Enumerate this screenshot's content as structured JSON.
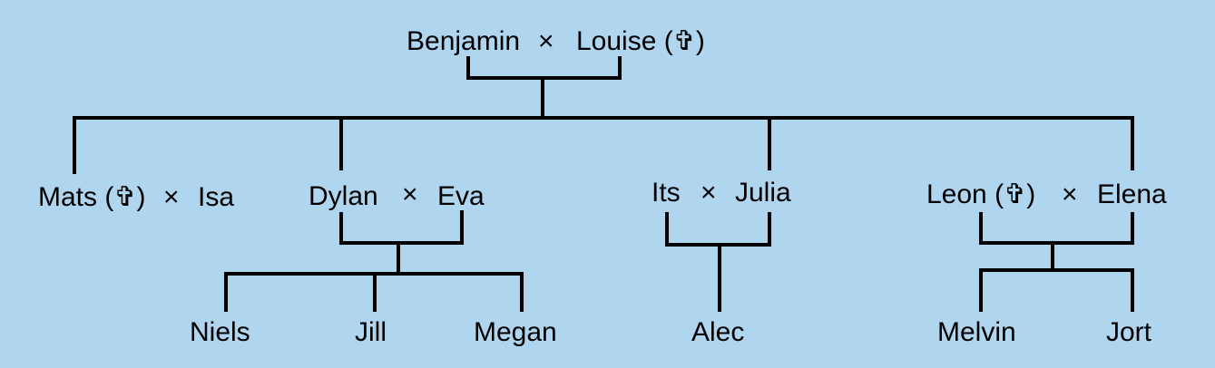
{
  "background": "#b0d5ee",
  "people": {
    "benjamin": "Benjamin",
    "louise": "Louise (✞)",
    "mats": "Mats (✞)",
    "isa": "Isa",
    "dylan": "Dylan",
    "eva": "Eva",
    "its": "Its",
    "julia": "Julia",
    "leon": "Leon (✞)",
    "elena": "Elena",
    "niels": "Niels",
    "jill": "Jill",
    "megan": "Megan",
    "alec": "Alec",
    "melvin": "Melvin",
    "jort": "Jort"
  },
  "marriage_symbol": "×",
  "relations": {
    "couples": [
      [
        "benjamin",
        "louise"
      ],
      [
        "mats",
        "isa"
      ],
      [
        "dylan",
        "eva"
      ],
      [
        "its",
        "julia"
      ],
      [
        "leon",
        "elena"
      ]
    ],
    "children": [
      {
        "parents": [
          "benjamin",
          "louise"
        ],
        "children": [
          "mats",
          "dylan",
          "julia",
          "elena"
        ]
      },
      {
        "parents": [
          "dylan",
          "eva"
        ],
        "children": [
          "niels",
          "jill",
          "megan"
        ]
      },
      {
        "parents": [
          "its",
          "julia"
        ],
        "children": [
          "alec"
        ]
      },
      {
        "parents": [
          "leon",
          "elena"
        ],
        "children": [
          "melvin",
          "jort"
        ]
      }
    ]
  }
}
